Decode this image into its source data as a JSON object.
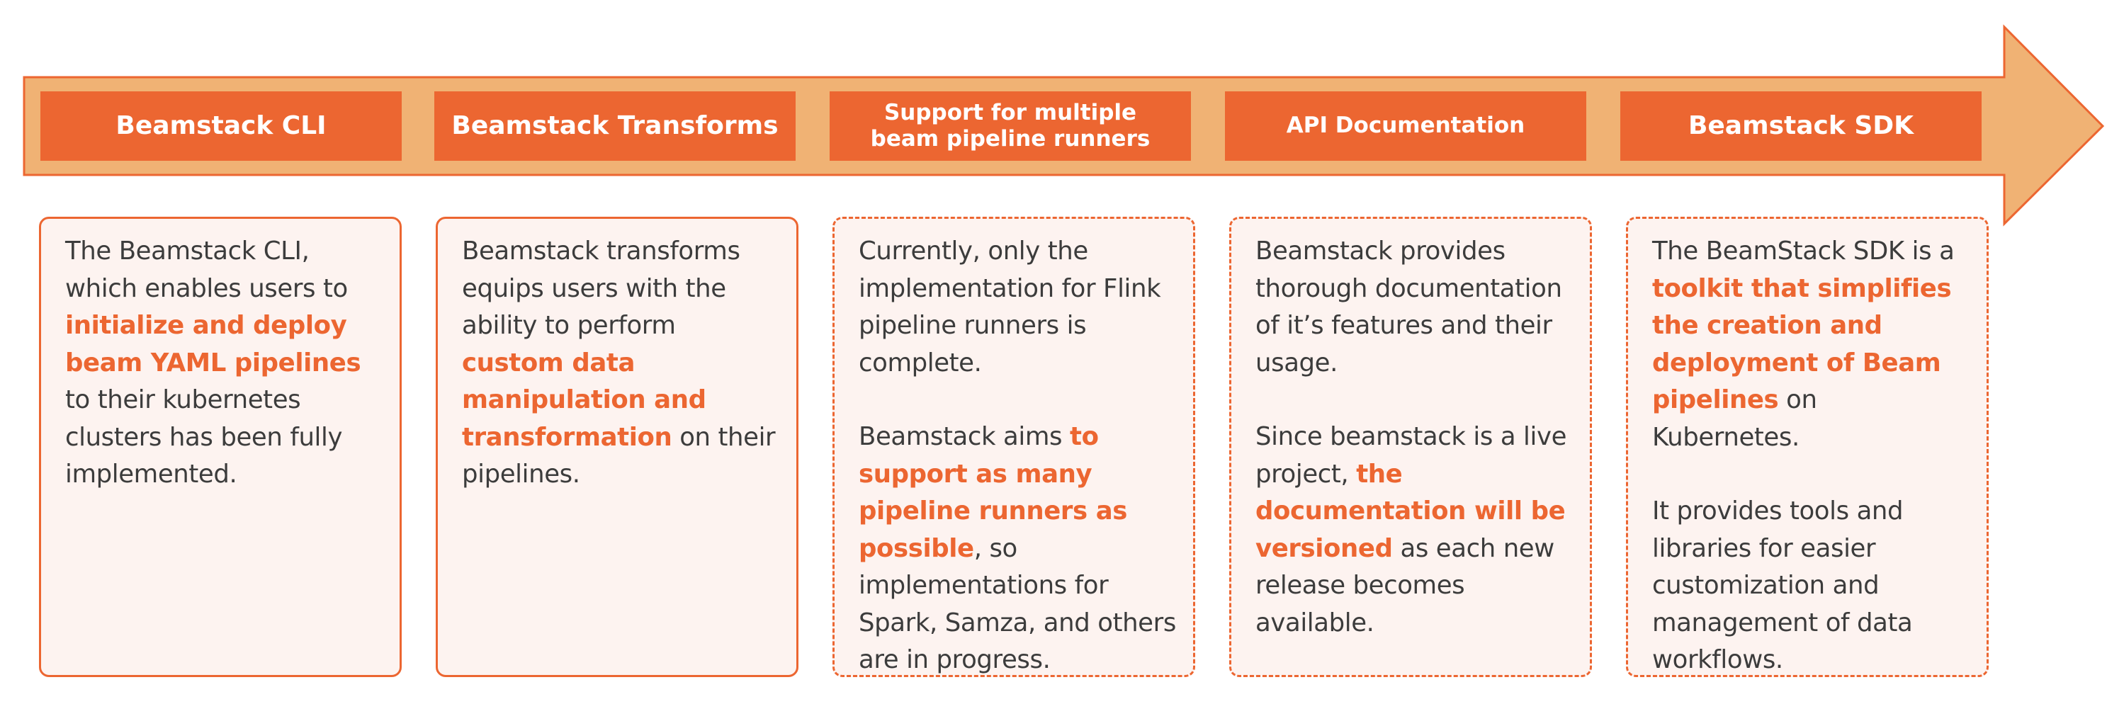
{
  "colors": {
    "accent": "#EC6631",
    "arrow_band": "#F0B274",
    "card_background": "#FDF3F0",
    "text": "#3C3C3C"
  },
  "stages": [
    {
      "id": "cli",
      "title": "Beamstack CLI",
      "status": "complete",
      "paragraphs": [
        [
          {
            "text": "The Beamstack CLI, which enables users to "
          },
          {
            "text": "initialize and deploy beam YAML pipelines",
            "highlight": true
          },
          {
            "text": " to their kubernetes clusters has been fully implemented."
          }
        ]
      ]
    },
    {
      "id": "transforms",
      "title": "Beamstack Transforms",
      "status": "complete",
      "paragraphs": [
        [
          {
            "text": "Beamstack transforms equips users with the ability to perform "
          },
          {
            "text": "custom data manipulation and transformation",
            "highlight": true
          },
          {
            "text": " on their pipelines."
          }
        ]
      ]
    },
    {
      "id": "runners",
      "title": "Support for multiple beam pipeline runners",
      "status": "in-progress",
      "paragraphs": [
        [
          {
            "text": "Currently, only the implementation for Flink pipeline runners is complete."
          }
        ],
        [
          {
            "text": "Beamstack aims "
          },
          {
            "text": "to support as many pipeline runners as possible",
            "highlight": true
          },
          {
            "text": ", so implementations for Spark, Samza, and others are in progress."
          }
        ]
      ]
    },
    {
      "id": "docs",
      "title": "API Documentation",
      "status": "in-progress",
      "paragraphs": [
        [
          {
            "text": "Beamstack provides thorough documentation of it’s features and their usage."
          }
        ],
        [
          {
            "text": "Since beamstack is a live project, "
          },
          {
            "text": "the documentation will be versioned",
            "highlight": true
          },
          {
            "text": " as each new release becomes available."
          }
        ]
      ]
    },
    {
      "id": "sdk",
      "title": "Beamstack SDK",
      "status": "in-progress",
      "paragraphs": [
        [
          {
            "text": "The BeamStack SDK is a "
          },
          {
            "text": "toolkit that simplifies the creation and deployment of Beam pipelines",
            "highlight": true
          },
          {
            "text": " on Kubernetes."
          }
        ],
        [
          {
            "text": "It provides tools and libraries for easier customization and management of data workflows."
          }
        ]
      ]
    }
  ]
}
